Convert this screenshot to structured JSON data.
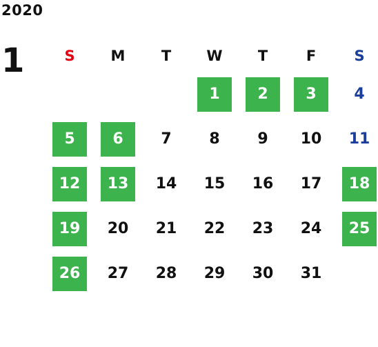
{
  "year": "2020",
  "month": "1",
  "colors": {
    "highlight_bg": "#3cb34c",
    "highlight_text": "#ffffff",
    "sunday": "#e60012",
    "saturday": "#1a3e9a",
    "default": "#111111"
  },
  "weekdays": [
    "S",
    "M",
    "T",
    "W",
    "T",
    "F",
    "S"
  ],
  "weeks": [
    [
      {
        "label": "",
        "hl": false
      },
      {
        "label": "",
        "hl": false
      },
      {
        "label": "",
        "hl": false
      },
      {
        "label": "1",
        "hl": true
      },
      {
        "label": "2",
        "hl": true
      },
      {
        "label": "3",
        "hl": true
      },
      {
        "label": "4",
        "hl": false
      }
    ],
    [
      {
        "label": "5",
        "hl": true
      },
      {
        "label": "6",
        "hl": true
      },
      {
        "label": "7",
        "hl": false
      },
      {
        "label": "8",
        "hl": false
      },
      {
        "label": "9",
        "hl": false
      },
      {
        "label": "10",
        "hl": false
      },
      {
        "label": "11",
        "hl": false
      }
    ],
    [
      {
        "label": "12",
        "hl": true
      },
      {
        "label": "13",
        "hl": true
      },
      {
        "label": "14",
        "hl": false
      },
      {
        "label": "15",
        "hl": false
      },
      {
        "label": "16",
        "hl": false
      },
      {
        "label": "17",
        "hl": false
      },
      {
        "label": "18",
        "hl": true
      }
    ],
    [
      {
        "label": "19",
        "hl": true
      },
      {
        "label": "20",
        "hl": false
      },
      {
        "label": "21",
        "hl": false
      },
      {
        "label": "22",
        "hl": false
      },
      {
        "label": "23",
        "hl": false
      },
      {
        "label": "24",
        "hl": false
      },
      {
        "label": "25",
        "hl": true
      }
    ],
    [
      {
        "label": "26",
        "hl": true
      },
      {
        "label": "27",
        "hl": false
      },
      {
        "label": "28",
        "hl": false
      },
      {
        "label": "29",
        "hl": false
      },
      {
        "label": "30",
        "hl": false
      },
      {
        "label": "31",
        "hl": false
      },
      {
        "label": "",
        "hl": false
      }
    ]
  ]
}
